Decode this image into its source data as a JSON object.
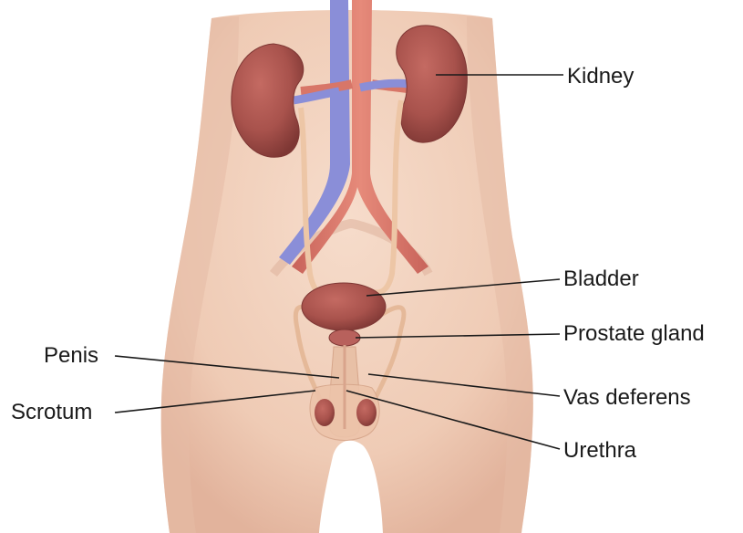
{
  "labels": {
    "kidney": "Kidney",
    "bladder": "Bladder",
    "prostate_gland": "Prostate gland",
    "vas_deferens": "Vas deferens",
    "urethra": "Urethra",
    "penis": "Penis",
    "scrotum": "Scrotum"
  },
  "colors": {
    "skin": "#f0d0bc",
    "skin_shadow": "#e2b39c",
    "organ": "#a8524c",
    "organ_dark": "#7e3734",
    "artery": "#d87668",
    "vein": "#8a8ed8",
    "ureter": "#edc6a6",
    "leader_line": "#1a1a1a"
  }
}
